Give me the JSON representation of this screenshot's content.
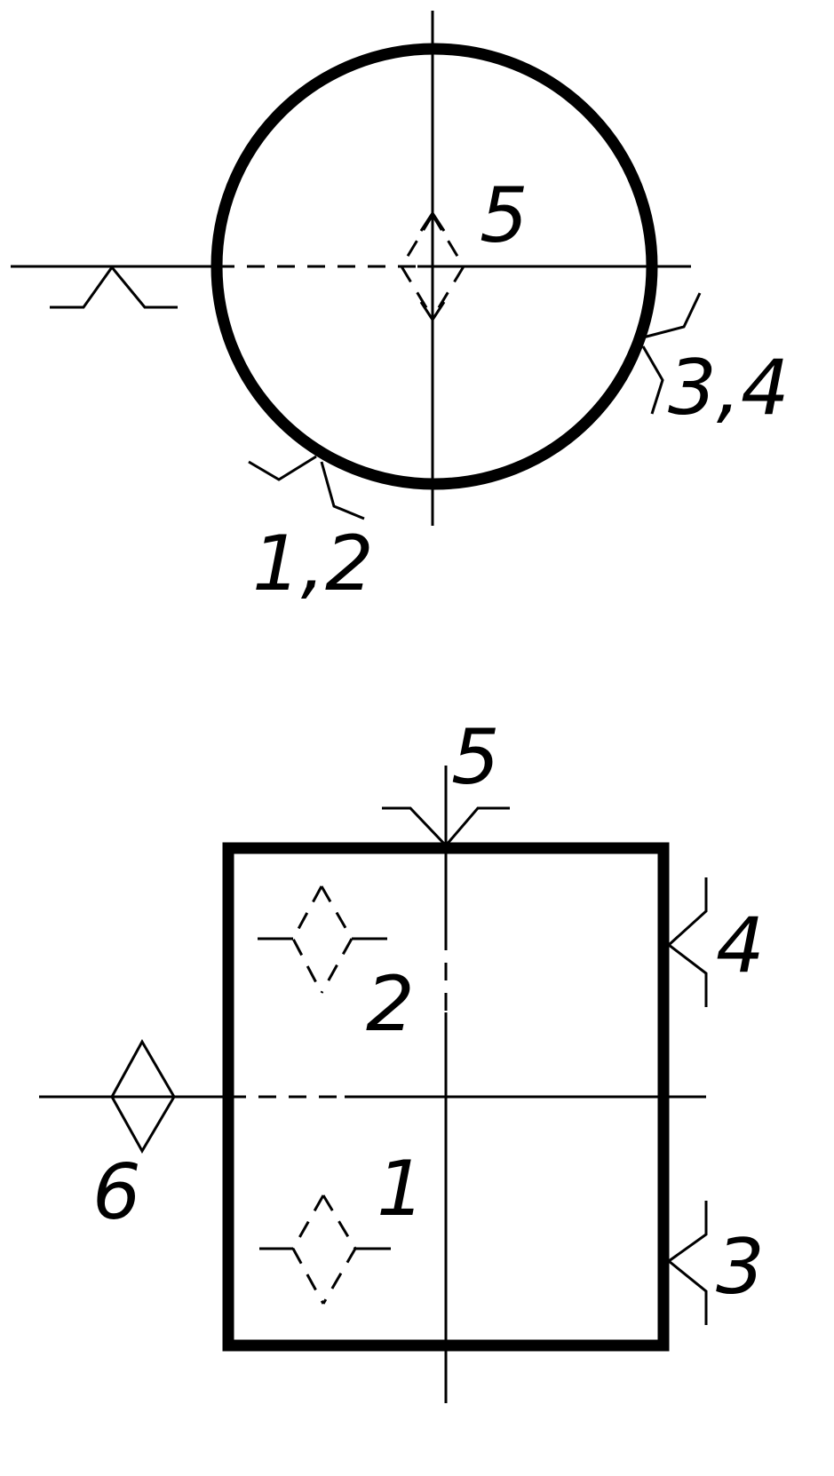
{
  "top_view": {
    "circle_label_center": "5",
    "label_right_support": "3,4",
    "label_bottom_support": "1,2"
  },
  "front_view": {
    "label_top": "5",
    "label_right_upper": "4",
    "label_right_lower": "3",
    "label_inner_upper": "2",
    "label_inner_lower": "1",
    "label_left": "6"
  }
}
